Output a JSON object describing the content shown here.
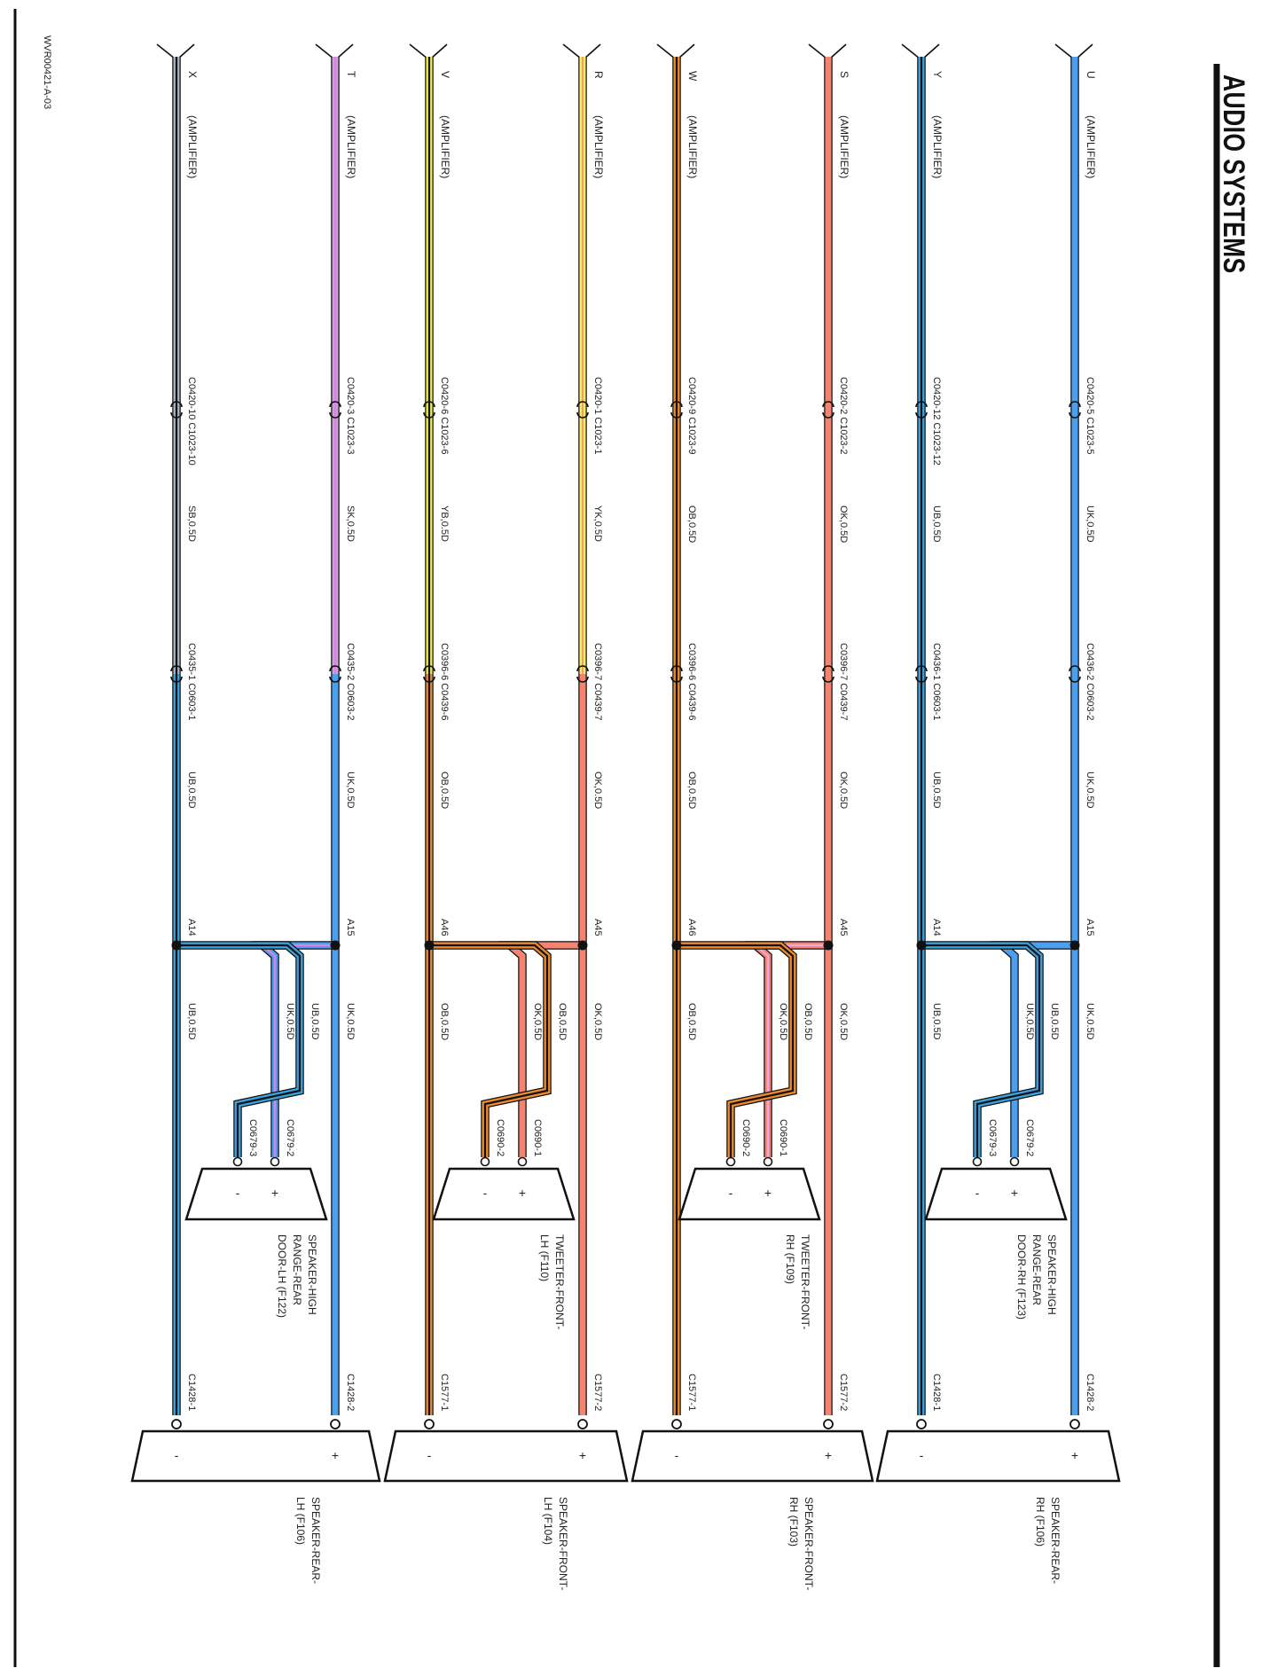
{
  "title": "AUDIO SYSTEMS",
  "doc_id": "WVR00421-A-03",
  "amplifier_label": "(AMPLIFIER)",
  "circuits": [
    {
      "pin": "U",
      "colors": {
        "a": "#4a9ff0",
        "a_stripe": null,
        "b": "#4a9ff0",
        "b_stripe": null,
        "tw_pos": "#4a9ff0",
        "tw_pos_stripe": null,
        "tw_neg": "#3aa2df",
        "tw_neg_stripe": "#111111"
      },
      "c1": "C0420-5 C1023-5",
      "w1": "UK,0.5D",
      "c2": "C0436-2 C0603-2",
      "w2": "UK,0.5D",
      "splice": "A15",
      "w3": "UK,0.5D",
      "tw_pos_wire": "UK,0.5D",
      "tw_neg_wire": "UB,0.5D",
      "tw_pos_conn": "C0679-2",
      "tw_neg_conn": "C0679-3",
      "tweeter_name": [
        "SPEAKER-HIGH",
        "RANGE-REAR",
        "DOOR-RH (F123)"
      ],
      "spk_conn": "C1428-2",
      "speaker_name": [
        "SPEAKER-REAR-",
        "RH (F106)"
      ],
      "plus": "+",
      "minus": "-"
    },
    {
      "pin": "Y",
      "colors": {
        "a": "#3aa2df",
        "a_stripe": "#111111",
        "b": "#3aa2df",
        "b_stripe": "#111111"
      },
      "c1": "C0420-12 C1023-12",
      "w1": "UB,0.5D",
      "c2": "C0436-1 C0603-1",
      "w2": "UB,0.5D",
      "splice": "A14",
      "w3": "UB,0.5D",
      "spk_conn": "C1428-1"
    },
    {
      "pin": "S",
      "colors": {
        "a": "#f6836e",
        "a_stripe": null,
        "b": "#f6836e",
        "b_stripe": null,
        "tw_pos": "#f6836e",
        "tw_pos_stripe": "#f2a6e8",
        "tw_neg": "#ee8a2e",
        "tw_neg_stripe": "#111111"
      },
      "c1": "C0420-2 C1023-2",
      "w1": "OK,0.5D",
      "c2": "C0396-7 C0439-7",
      "w2": "OK,0.5D",
      "splice": "A45",
      "w3": "OK,0.5D",
      "tw_pos_wire": "OK,0.5D",
      "tw_neg_wire": "OB,0.5D",
      "tw_pos_conn": "C0690-1",
      "tw_neg_conn": "C0690-2",
      "tweeter_name": [
        "TWEETER-FRONT-",
        "RH (F109)"
      ],
      "spk_conn": "C1577-2",
      "speaker_name": [
        "SPEAKER-FRONT-",
        "RH (F103)"
      ],
      "plus": "+",
      "minus": "-"
    },
    {
      "pin": "W",
      "colors": {
        "a": "#ee8a2e",
        "a_stripe": "#111111",
        "b": "#ee8a2e",
        "b_stripe": "#111111"
      },
      "c1": "C0420-9 C1023-9",
      "w1": "OB,0.5D",
      "c2": "C0396-6 C0439-6",
      "w2": "OB,0.5D",
      "splice": "A46",
      "w3": "OB,0.5D",
      "spk_conn": "C1577-1"
    },
    {
      "pin": "R",
      "colors": {
        "a": "#f7f06a",
        "a_stripe": "#f4a05a",
        "b": "#f6836e",
        "b_stripe": null,
        "tw_pos": "#f6836e",
        "tw_pos_stripe": null,
        "tw_neg": "#ee8a2e",
        "tw_neg_stripe": "#111111"
      },
      "c1": "C0420-1 C1023-1",
      "w1": "YK,0.5D",
      "c2": "C0396-7 C0439-7",
      "w2": "OK,0.5D",
      "splice": "A45",
      "w3": "OK,0.5D",
      "tw_pos_wire": "OK,0.5D",
      "tw_neg_wire": "OB,0.5D",
      "tw_pos_conn": "C0690-1",
      "tw_neg_conn": "C0690-2",
      "tweeter_name": [
        "TWEETER-FRONT-",
        "LH (F110)"
      ],
      "spk_conn": "C1577-2",
      "speaker_name": [
        "SPEAKER-FRONT-",
        "LH (F104)"
      ],
      "plus": "+",
      "minus": "-"
    },
    {
      "pin": "V",
      "colors": {
        "a": "#f0f03a",
        "a_stripe": "#111111",
        "b": "#ee8a2e",
        "b_stripe": "#111111"
      },
      "c1": "C0420-6 C1023-6",
      "w1": "YB,0.5D",
      "c2": "C0396-6 C0439-6",
      "w2": "OB,0.5D",
      "splice": "A46",
      "w3": "OB,0.5D",
      "spk_conn": "C1577-1"
    },
    {
      "pin": "T",
      "colors": {
        "a": "#c9a3d8",
        "a_stripe": "#e27fe6",
        "b": "#4a9ff0",
        "b_stripe": null,
        "tw_pos": "#4a9ff0",
        "tw_pos_stripe": "#e27fe6",
        "tw_neg": "#3aa2df",
        "tw_neg_stripe": "#111111"
      },
      "c1": "C0420-3 C1023-3",
      "w1": "SK,0.5D",
      "c2": "C0435-2 C0603-2",
      "w2": "UK,0.5D",
      "splice": "A15",
      "w3": "UK,0.5D",
      "tw_pos_wire": "UK,0.5D",
      "tw_neg_wire": "UB,0.5D",
      "tw_pos_conn": "C0679-2",
      "tw_neg_conn": "C0679-3",
      "tweeter_name": [
        "SPEAKER-HIGH",
        "RANGE-REAR",
        "DOOR-LH (F122)"
      ],
      "spk_conn": "C1428-2",
      "speaker_name": [
        "SPEAKER-REAR-",
        "LH (F106)"
      ],
      "plus": "+",
      "minus": "-"
    },
    {
      "pin": "X",
      "colors": {
        "a": "#a9b4bc",
        "a_stripe": "#111111",
        "b": "#3aa2df",
        "b_stripe": "#111111"
      },
      "c1": "C0420-10 C1023-10",
      "w1": "SB,0.5D",
      "c2": "C0435-1 C0603-1",
      "w2": "UB,0.5D",
      "splice": "A14",
      "w3": "UB,0.5D",
      "spk_conn": "C1428-1"
    }
  ]
}
